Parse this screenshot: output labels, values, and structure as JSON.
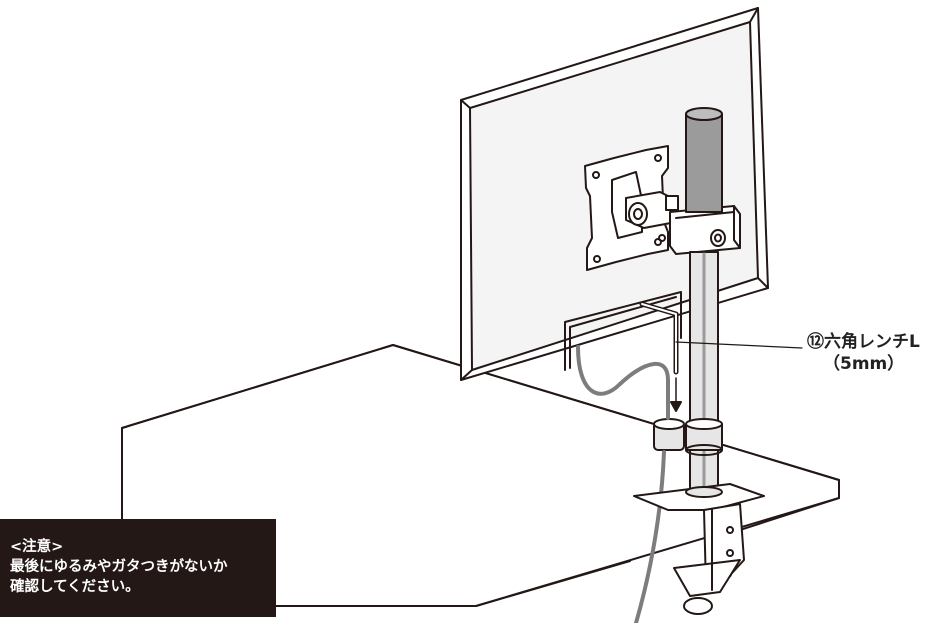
{
  "callout": {
    "number": "⑫",
    "name": "六角レンチL",
    "size": "（5mm）"
  },
  "note": {
    "heading": "<注意>",
    "line1": "最後にゆるみやガタつきがないか",
    "line2": "確認してください。"
  },
  "colors": {
    "line": "#231815",
    "monitor_face": "#f4f4f4",
    "pole_fill": "#e6e6e6",
    "pole_top": "#9b9b9b",
    "cable": "#7d7d7d",
    "note_bg": "#231815"
  },
  "icons": [
    "hex-wrench-icon",
    "monitor-arm-illustration"
  ]
}
